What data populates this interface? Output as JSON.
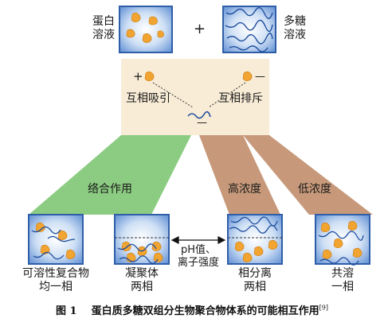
{
  "labels": {
    "protein_solution": [
      "蛋白",
      "溶液"
    ],
    "plus": "+",
    "polysaccharide_solution": [
      "多糖",
      "溶液"
    ],
    "attraction": "互相吸引",
    "repulsion": "互相排斥",
    "complexation": "络合作用",
    "high_concentration": "高浓度",
    "low_concentration": "低浓度",
    "ph_ionic": [
      "pH值、",
      "离子强度"
    ],
    "soluble_complex": [
      "可溶性复合物",
      "均一相"
    ],
    "coacervate": [
      "凝聚体",
      "两相"
    ],
    "phase_separation": [
      "相分离",
      "两相"
    ],
    "cosoluble": [
      "共溶",
      "一相"
    ],
    "charge_plus": "+",
    "charge_minus": "—",
    "charge_minus_center": "—"
  },
  "caption": {
    "number": "图 1",
    "text": "蛋白质多糖双组分生物聚合物体系的可能相互作用",
    "ref": "[9]"
  },
  "colors": {
    "beige_panel": "#f8ecd6",
    "green_band": "#8ccc82",
    "brown_band": "#c7997a",
    "box_border": "#2f5ea8",
    "protein": "#f2a431",
    "polymer": "#1f4e9e"
  }
}
